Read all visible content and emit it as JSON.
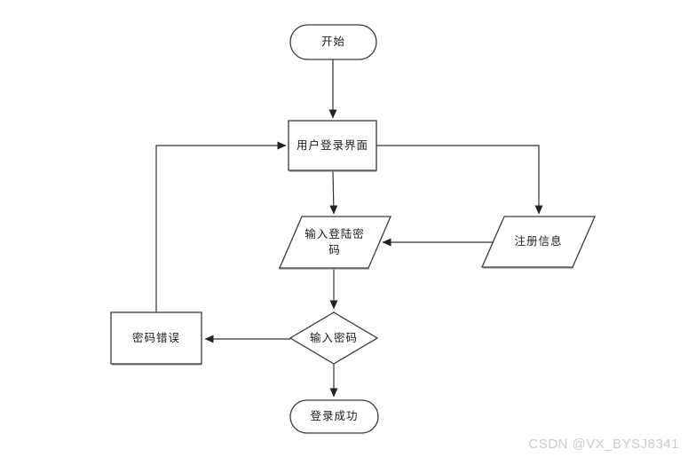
{
  "page": {
    "background": "#ffffff",
    "line_color": "#333333",
    "shape_shadow_color": "#9e9e9e",
    "watermark_color": "#cbcbcb"
  },
  "watermark": {
    "text": "CSDN @VX_BYSJ8341"
  },
  "diagram": {
    "type": "flowchart",
    "nodes": [
      {
        "id": "start",
        "type": "terminator",
        "label": "开始"
      },
      {
        "id": "login-screen",
        "type": "process",
        "label": "用户登录界面"
      },
      {
        "id": "enter-login-password",
        "type": "data",
        "label": "输入登陆密\n码"
      },
      {
        "id": "register-info",
        "type": "data",
        "label": "注册信息"
      },
      {
        "id": "password-error",
        "type": "process",
        "label": "密码错误"
      },
      {
        "id": "check-password",
        "type": "decision",
        "label": "输入密码"
      },
      {
        "id": "login-success",
        "type": "terminator",
        "label": "登录成功"
      }
    ],
    "edges": [
      {
        "from": "start",
        "to": "login-screen"
      },
      {
        "from": "login-screen",
        "to": "enter-login-password"
      },
      {
        "from": "login-screen",
        "to": "register-info"
      },
      {
        "from": "register-info",
        "to": "enter-login-password"
      },
      {
        "from": "enter-login-password",
        "to": "check-password"
      },
      {
        "from": "check-password",
        "to": "password-error"
      },
      {
        "from": "password-error",
        "to": "login-screen"
      },
      {
        "from": "check-password",
        "to": "login-success"
      }
    ]
  }
}
